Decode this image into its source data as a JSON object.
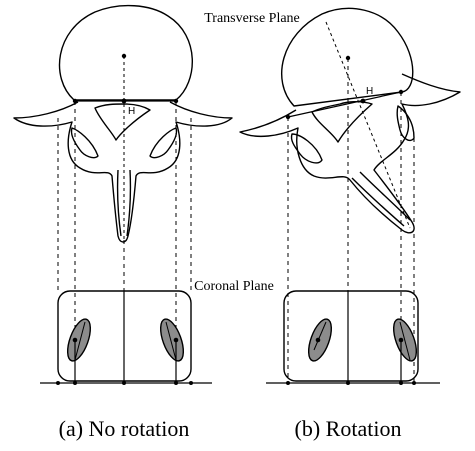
{
  "labels": {
    "transverse_plane": "Transverse Plane",
    "coronal_plane": "Coronal Plane",
    "point_h_left": "H",
    "point_h_right": "H"
  },
  "captions": {
    "left": "(a) No rotation",
    "right": "(b) Rotation"
  },
  "colors": {
    "line": "#000000",
    "pedicle_fill": "#8c8c8c",
    "background": "#ffffff"
  }
}
